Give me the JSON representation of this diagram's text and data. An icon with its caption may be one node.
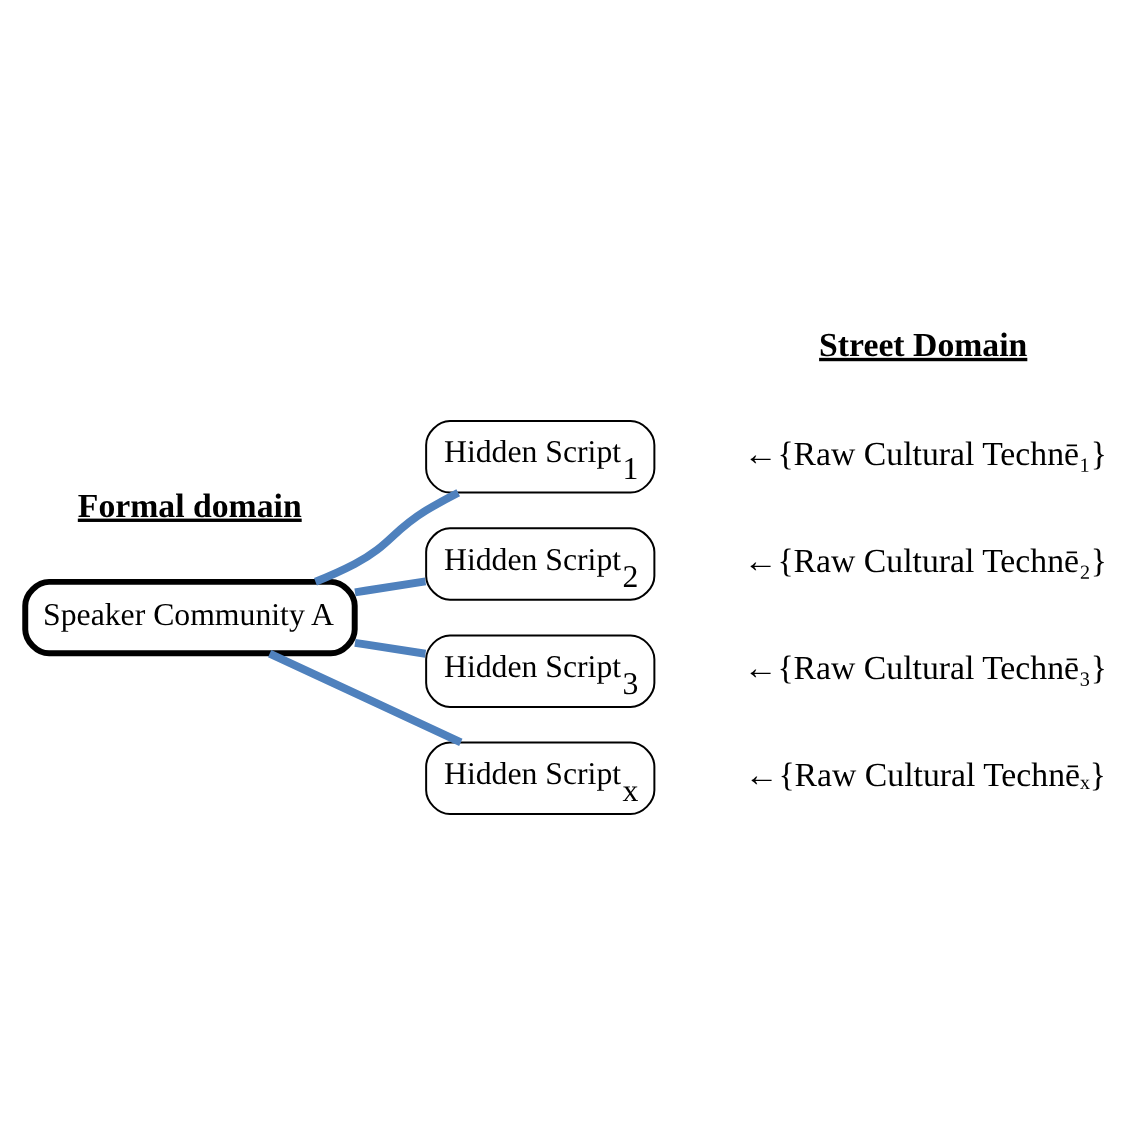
{
  "diagram": {
    "nodes": [
      {
        "text": [
          "Speaker Community A"
        ]
      },
      {
        "text": [
          "Hidden Script$_{1}$"
        ]
      },
      {
        "text": [
          "Hidden Script$_{2}$"
        ]
      },
      {
        "text": [
          "Hidden Script$_{3}$"
        ]
      },
      {
        "text": [
          "Hidden Script$_{x}$"
        ]
      }
    ],
    "edges": [
      {
        "from": 0,
        "to": 1,
        "arrow": "none"
      },
      {
        "from": 0,
        "to": 2,
        "arrow": "none"
      },
      {
        "from": 0,
        "to": 3,
        "arrow": "none"
      },
      {
        "from": 0,
        "to": 4,
        "arrow": "none"
      }
    ],
    "labels": [
      "Formal domain",
      "Street Domain",
      "←{Raw Cultural Technē₁}",
      "←{Raw Cultural Technē₂}",
      "←{Raw Cultural Technē₃}",
      "←{Raw Cultural Technēₓ}"
    ]
  }
}
